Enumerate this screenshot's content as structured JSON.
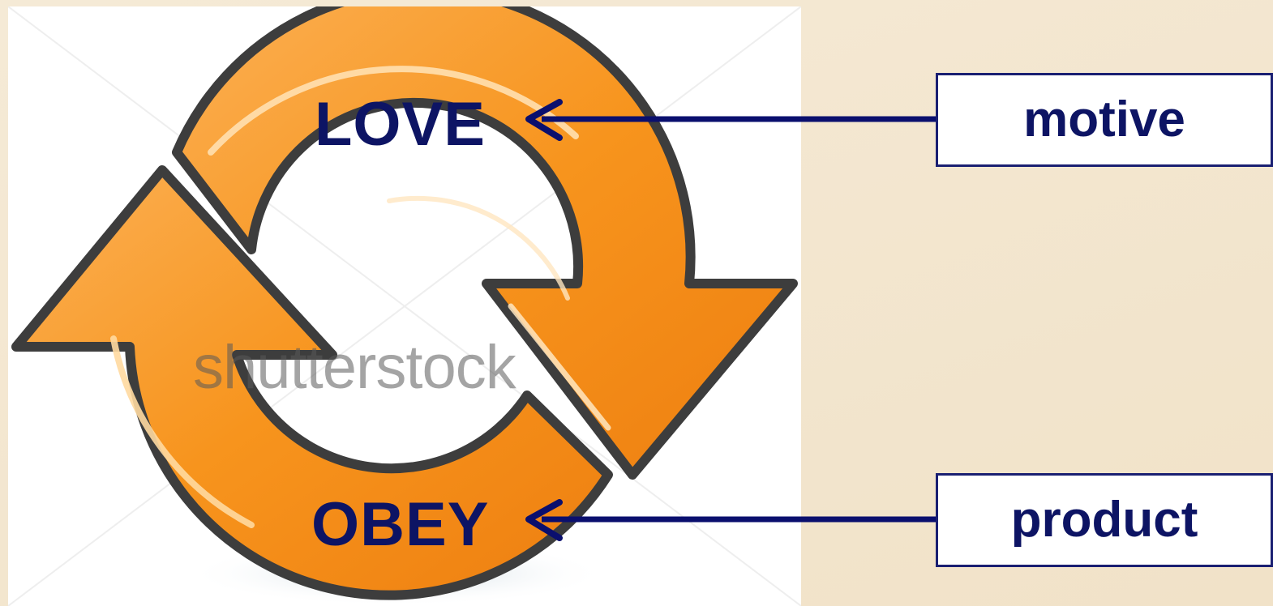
{
  "cycle": {
    "top_word": "LOVE",
    "bottom_word": "OBEY",
    "watermark": "shutterstock"
  },
  "labels": {
    "top": "motive",
    "bottom": "product"
  },
  "colors": {
    "arrow_orange": "#f7941d",
    "arrow_outline": "#3d3d3d",
    "text_navy": "#0d1464",
    "line_navy": "#0a0f6e"
  },
  "icons": [
    "circular-arrows-icon"
  ]
}
